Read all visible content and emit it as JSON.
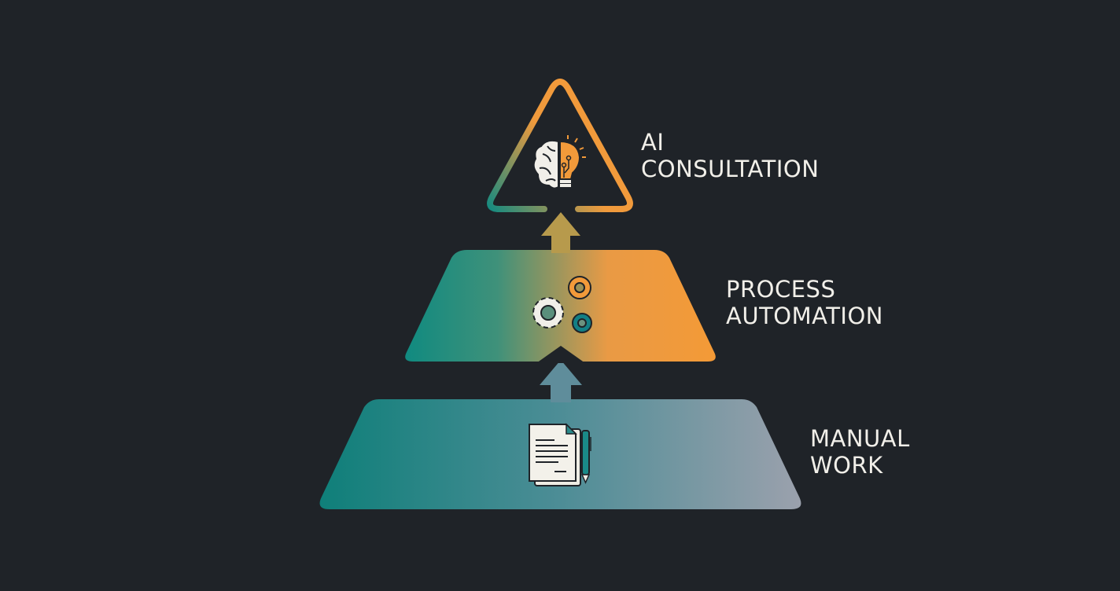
{
  "tiers": [
    {
      "line1": "AI",
      "line2": "CONSULTATION",
      "icon": "brain-lightbulb-icon"
    },
    {
      "line1": "PROCESS",
      "line2": "AUTOMATION",
      "icon": "gears-icon"
    },
    {
      "line1": "MANUAL",
      "line2": "WORK",
      "icon": "document-pen-icon"
    }
  ],
  "colors": {
    "background": "#1f2328",
    "teal": "#0f8a80",
    "orange": "#f29a3a",
    "gray": "#9ca1ad",
    "text": "#f1efe9"
  }
}
